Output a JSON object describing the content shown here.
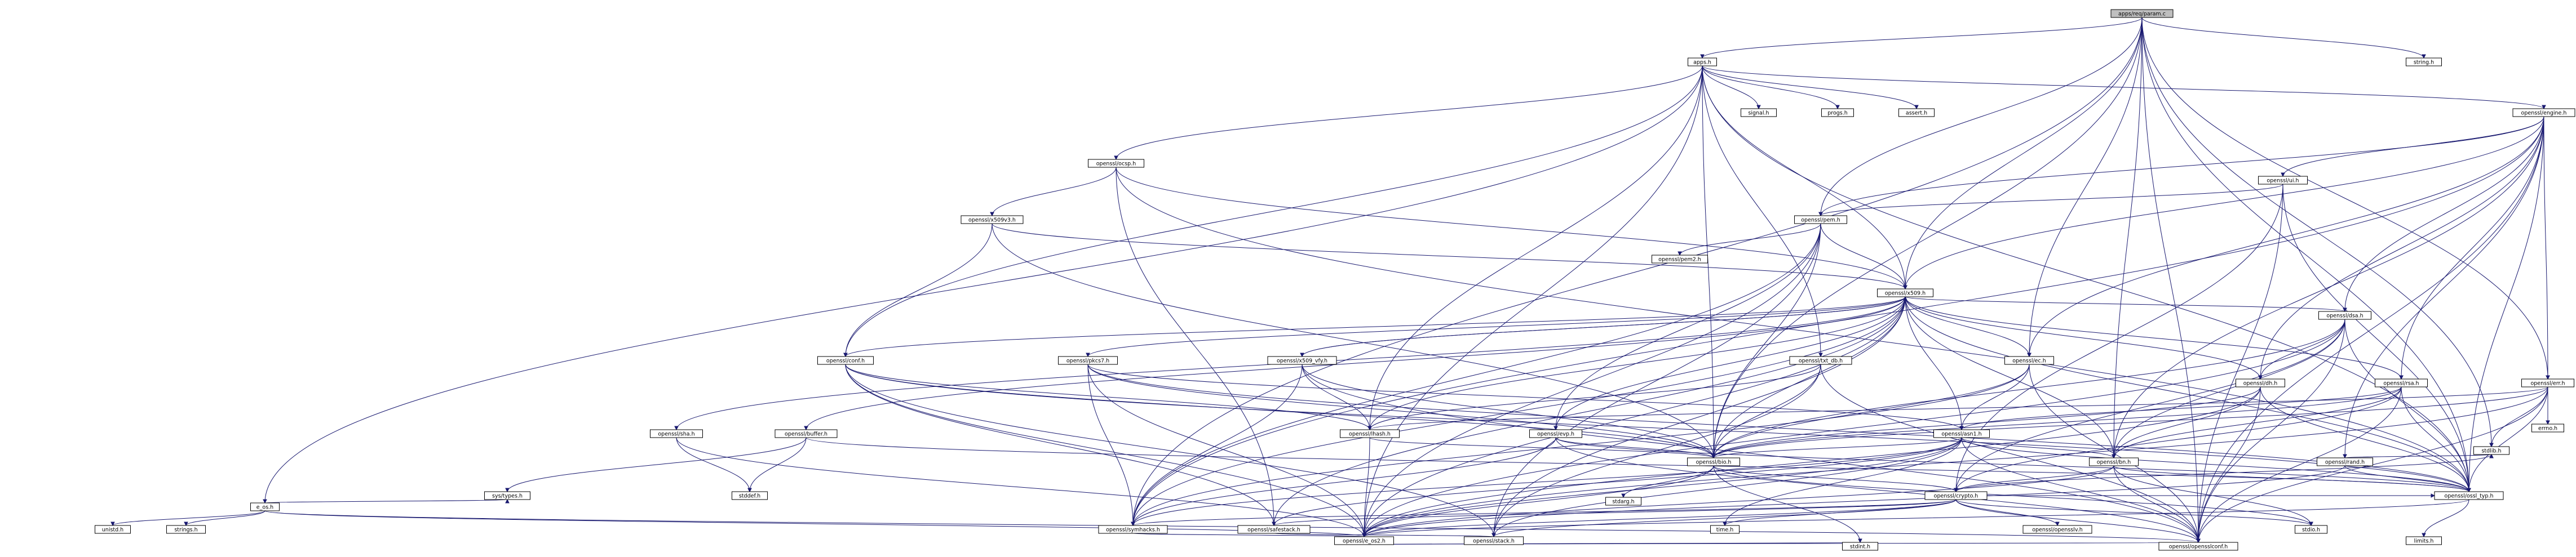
{
  "colors": {
    "edge": "#191970",
    "root_fill": "#bfbfbf",
    "node_fill": "#ffffff",
    "red_text": "#ff0000"
  },
  "nodes": [
    {
      "id": "appsreqparam",
      "label": "apps/req/param.c",
      "root": true
    },
    {
      "id": "apps_h",
      "label": "apps.h"
    },
    {
      "id": "string_h",
      "label": "string.h"
    },
    {
      "id": "signal_h",
      "label": "signal.h"
    },
    {
      "id": "progs_h",
      "label": "progs.h"
    },
    {
      "id": "assert_h",
      "label": "assert.h"
    },
    {
      "id": "e_os_h",
      "label": "e_os.h"
    },
    {
      "id": "unistd_h",
      "label": "unistd.h"
    },
    {
      "id": "strings_h",
      "label": "strings.h"
    },
    {
      "id": "sys_types_h",
      "label": "sys/types.h"
    },
    {
      "id": "engine_h",
      "label": "openssl/engine.h"
    },
    {
      "id": "ocsp_h",
      "label": "openssl/ocsp.h"
    },
    {
      "id": "x509v3_h",
      "label": "openssl/x509v3.h"
    },
    {
      "id": "pem_h",
      "label": "openssl/pem.h"
    },
    {
      "id": "pem2_h",
      "label": "openssl/pem2.h"
    },
    {
      "id": "x509_h",
      "label": "openssl/x509.h"
    },
    {
      "id": "ui_h",
      "label": "openssl/ui.h"
    },
    {
      "id": "conf_h",
      "label": "openssl/conf.h"
    },
    {
      "id": "pkcs7_h",
      "label": "openssl/pkcs7.h"
    },
    {
      "id": "x509_vfy_h",
      "label": "openssl/x509_vfy.h"
    },
    {
      "id": "txt_db_h",
      "label": "openssl/txt_db.h"
    },
    {
      "id": "ec_h",
      "label": "openssl/ec.h"
    },
    {
      "id": "dsa_h",
      "label": "openssl/dsa.h"
    },
    {
      "id": "dh_h",
      "label": "openssl/dh.h"
    },
    {
      "id": "rsa_h",
      "label": "openssl/rsa.h"
    },
    {
      "id": "err_h",
      "label": "openssl/err.h"
    },
    {
      "id": "errno_h",
      "label": "errno.h"
    },
    {
      "id": "evp_h",
      "label": "openssl/evp.h",
      "red": true
    },
    {
      "id": "lhash_h",
      "label": "openssl/lhash.h"
    },
    {
      "id": "asn1_h",
      "label": "openssl/asn1.h"
    },
    {
      "id": "sha_h",
      "label": "openssl/sha.h"
    },
    {
      "id": "buffer_h",
      "label": "openssl/buffer.h"
    },
    {
      "id": "bio_h",
      "label": "openssl/bio.h"
    },
    {
      "id": "bn_h",
      "label": "openssl/bn.h"
    },
    {
      "id": "crypto_h",
      "label": "openssl/crypto.h"
    },
    {
      "id": "rand_h",
      "label": "openssl/rand.h"
    },
    {
      "id": "stddef_h",
      "label": "stddef.h"
    },
    {
      "id": "stdarg_h",
      "label": "stdarg.h"
    },
    {
      "id": "time_h",
      "label": "time.h"
    },
    {
      "id": "opensslv_h",
      "label": "openssl/opensslv.h"
    },
    {
      "id": "symhacks_h",
      "label": "openssl/symhacks.h"
    },
    {
      "id": "safestack_h",
      "label": "openssl/safestack.h"
    },
    {
      "id": "ossl_typ_h",
      "label": "openssl/ossl_typ.h"
    },
    {
      "id": "stdio_h",
      "label": "stdio.h"
    },
    {
      "id": "stdlib_h",
      "label": "stdlib.h"
    },
    {
      "id": "e_os2_h",
      "label": "openssl/e_os2.h"
    },
    {
      "id": "stack_h",
      "label": "openssl/stack.h"
    },
    {
      "id": "limits_h",
      "label": "limits.h"
    },
    {
      "id": "stdint_h",
      "label": "stdint.h"
    },
    {
      "id": "opensslconf_h",
      "label": "openssl/opensslconf.h"
    }
  ],
  "edges": [
    [
      "appsreqparam",
      "apps_h"
    ],
    [
      "appsreqparam",
      "string_h"
    ],
    [
      "appsreqparam",
      "x509_h"
    ],
    [
      "appsreqparam",
      "pem_h"
    ],
    [
      "appsreqparam",
      "err_h"
    ],
    [
      "appsreqparam",
      "bio_h"
    ],
    [
      "appsreqparam",
      "bn_h"
    ],
    [
      "appsreqparam",
      "ossl_typ_h"
    ],
    [
      "appsreqparam",
      "stdlib_h"
    ],
    [
      "appsreqparam",
      "opensslconf_h"
    ],
    [
      "appsreqparam",
      "ec_h"
    ],
    [
      "appsreqparam",
      "symhacks_h"
    ],
    [
      "apps_h",
      "signal_h"
    ],
    [
      "apps_h",
      "progs_h"
    ],
    [
      "apps_h",
      "assert_h"
    ],
    [
      "apps_h",
      "e_os_h"
    ],
    [
      "apps_h",
      "engine_h"
    ],
    [
      "apps_h",
      "ocsp_h"
    ],
    [
      "apps_h",
      "x509_h"
    ],
    [
      "apps_h",
      "conf_h"
    ],
    [
      "apps_h",
      "txt_db_h"
    ],
    [
      "apps_h",
      "bio_h"
    ],
    [
      "apps_h",
      "lhash_h"
    ],
    [
      "apps_h",
      "ossl_typ_h"
    ],
    [
      "apps_h",
      "e_os2_h"
    ],
    [
      "e_os_h",
      "unistd_h"
    ],
    [
      "e_os_h",
      "strings_h"
    ],
    [
      "e_os_h",
      "sys_types_h"
    ],
    [
      "e_os_h",
      "e_os2_h"
    ],
    [
      "e_os_h",
      "opensslconf_h"
    ],
    [
      "engine_h",
      "ui_h"
    ],
    [
      "engine_h",
      "x509_h"
    ],
    [
      "engine_h",
      "pem_h"
    ],
    [
      "engine_h",
      "dsa_h"
    ],
    [
      "engine_h",
      "dh_h"
    ],
    [
      "engine_h",
      "rsa_h"
    ],
    [
      "engine_h",
      "err_h"
    ],
    [
      "engine_h",
      "rand_h"
    ],
    [
      "engine_h",
      "bn_h"
    ],
    [
      "engine_h",
      "ec_h"
    ],
    [
      "engine_h",
      "ossl_typ_h"
    ],
    [
      "engine_h",
      "symhacks_h"
    ],
    [
      "engine_h",
      "opensslconf_h"
    ],
    [
      "ocsp_h",
      "x509v3_h"
    ],
    [
      "ocsp_h",
      "x509_h"
    ],
    [
      "ocsp_h",
      "safestack_h"
    ],
    [
      "ocsp_h",
      "ossl_typ_h"
    ],
    [
      "x509v3_h",
      "x509_h"
    ],
    [
      "x509v3_h",
      "conf_h"
    ],
    [
      "x509v3_h",
      "bio_h"
    ],
    [
      "ui_h",
      "pem_h"
    ],
    [
      "ui_h",
      "crypto_h"
    ],
    [
      "ui_h",
      "ossl_typ_h"
    ],
    [
      "ui_h",
      "opensslconf_h"
    ],
    [
      "pem_h",
      "pem2_h"
    ],
    [
      "pem_h",
      "x509_h"
    ],
    [
      "pem_h",
      "evp_h"
    ],
    [
      "pem_h",
      "bio_h"
    ],
    [
      "pem_h",
      "stack_h"
    ],
    [
      "pem_h",
      "symhacks_h"
    ],
    [
      "pem_h",
      "e_os2_h"
    ],
    [
      "x509_h",
      "x509_vfy_h"
    ],
    [
      "x509_h",
      "pkcs7_h"
    ],
    [
      "x509_h",
      "ec_h"
    ],
    [
      "x509_h",
      "dsa_h"
    ],
    [
      "x509_h",
      "dh_h"
    ],
    [
      "x509_h",
      "rsa_h"
    ],
    [
      "x509_h",
      "sha_h"
    ],
    [
      "x509_h",
      "buffer_h"
    ],
    [
      "x509_h",
      "evp_h"
    ],
    [
      "x509_h",
      "asn1_h"
    ],
    [
      "x509_h",
      "bio_h"
    ],
    [
      "x509_h",
      "lhash_h"
    ],
    [
      "x509_h",
      "symhacks_h"
    ],
    [
      "x509_h",
      "safestack_h"
    ],
    [
      "x509_h",
      "ossl_typ_h"
    ],
    [
      "x509_h",
      "stack_h"
    ],
    [
      "x509_h",
      "e_os2_h"
    ],
    [
      "x509_h",
      "bn_h"
    ],
    [
      "x509_h",
      "conf_h"
    ],
    [
      "conf_h",
      "lhash_h"
    ],
    [
      "conf_h",
      "bio_h"
    ],
    [
      "conf_h",
      "safestack_h"
    ],
    [
      "conf_h",
      "stack_h"
    ],
    [
      "conf_h",
      "e_os2_h"
    ],
    [
      "conf_h",
      "ossl_typ_h"
    ],
    [
      "pkcs7_h",
      "asn1_h"
    ],
    [
      "pkcs7_h",
      "bio_h"
    ],
    [
      "pkcs7_h",
      "symhacks_h"
    ],
    [
      "pkcs7_h",
      "ossl_typ_h"
    ],
    [
      "pkcs7_h",
      "e_os2_h"
    ],
    [
      "x509_vfy_h",
      "x509_h"
    ],
    [
      "x509_vfy_h",
      "lhash_h"
    ],
    [
      "x509_vfy_h",
      "bio_h"
    ],
    [
      "x509_vfy_h",
      "symhacks_h"
    ],
    [
      "x509_vfy_h",
      "opensslconf_h"
    ],
    [
      "txt_db_h",
      "lhash_h"
    ],
    [
      "txt_db_h",
      "bio_h"
    ],
    [
      "txt_db_h",
      "stack_h"
    ],
    [
      "txt_db_h",
      "opensslconf_h"
    ],
    [
      "ec_h",
      "asn1_h"
    ],
    [
      "ec_h",
      "bio_h"
    ],
    [
      "ec_h",
      "symhacks_h"
    ],
    [
      "ec_h",
      "opensslconf_h"
    ],
    [
      "dsa_h",
      "dh_h"
    ],
    [
      "dsa_h",
      "bn_h"
    ],
    [
      "dsa_h",
      "bio_h"
    ],
    [
      "dsa_h",
      "crypto_h"
    ],
    [
      "dsa_h",
      "ossl_typ_h"
    ],
    [
      "dsa_h",
      "e_os2_h"
    ],
    [
      "dsa_h",
      "opensslconf_h"
    ],
    [
      "dh_h",
      "bn_h"
    ],
    [
      "dh_h",
      "bio_h"
    ],
    [
      "dh_h",
      "ossl_typ_h"
    ],
    [
      "dh_h",
      "e_os2_h"
    ],
    [
      "dh_h",
      "opensslconf_h"
    ],
    [
      "rsa_h",
      "asn1_h"
    ],
    [
      "rsa_h",
      "bn_h"
    ],
    [
      "rsa_h",
      "bio_h"
    ],
    [
      "rsa_h",
      "crypto_h"
    ],
    [
      "rsa_h",
      "ossl_typ_h"
    ],
    [
      "rsa_h",
      "opensslconf_h"
    ],
    [
      "err_h",
      "errno_h"
    ],
    [
      "err_h",
      "lhash_h"
    ],
    [
      "err_h",
      "bio_h"
    ],
    [
      "err_h",
      "ossl_typ_h"
    ],
    [
      "err_h",
      "stdlib_h"
    ],
    [
      "err_h",
      "e_os2_h"
    ],
    [
      "err_h",
      "opensslconf_h"
    ],
    [
      "evp_h",
      "bio_h"
    ],
    [
      "evp_h",
      "ossl_typ_h"
    ],
    [
      "evp_h",
      "symhacks_h"
    ],
    [
      "evp_h",
      "opensslconf_h"
    ],
    [
      "lhash_h",
      "bio_h"
    ],
    [
      "lhash_h",
      "e_os2_h"
    ],
    [
      "asn1_h",
      "bio_h"
    ],
    [
      "asn1_h",
      "bn_h"
    ],
    [
      "asn1_h",
      "time_h"
    ],
    [
      "asn1_h",
      "symhacks_h"
    ],
    [
      "asn1_h",
      "safestack_h"
    ],
    [
      "asn1_h",
      "ossl_typ_h"
    ],
    [
      "asn1_h",
      "stack_h"
    ],
    [
      "asn1_h",
      "e_os2_h"
    ],
    [
      "asn1_h",
      "opensslconf_h"
    ],
    [
      "sha_h",
      "stddef_h"
    ],
    [
      "sha_h",
      "e_os2_h"
    ],
    [
      "buffer_h",
      "sys_types_h"
    ],
    [
      "buffer_h",
      "stddef_h"
    ],
    [
      "buffer_h",
      "ossl_typ_h"
    ],
    [
      "bio_h",
      "stdarg_h"
    ],
    [
      "bio_h",
      "stdio_h"
    ],
    [
      "bio_h",
      "crypto_h"
    ],
    [
      "bio_h",
      "stdint_h"
    ],
    [
      "bio_h",
      "e_os2_h"
    ],
    [
      "bn_h",
      "stdio_h"
    ],
    [
      "bn_h",
      "ossl_typ_h"
    ],
    [
      "bn_h",
      "crypto_h"
    ],
    [
      "bn_h",
      "e_os2_h"
    ],
    [
      "bn_h",
      "opensslconf_h"
    ],
    [
      "crypto_h",
      "stdlib_h"
    ],
    [
      "crypto_h",
      "time_h"
    ],
    [
      "crypto_h",
      "opensslv_h"
    ],
    [
      "crypto_h",
      "symhacks_h"
    ],
    [
      "crypto_h",
      "safestack_h"
    ],
    [
      "crypto_h",
      "ossl_typ_h"
    ],
    [
      "crypto_h",
      "stack_h"
    ],
    [
      "crypto_h",
      "e_os2_h"
    ],
    [
      "crypto_h",
      "stdio_h"
    ],
    [
      "crypto_h",
      "opensslconf_h"
    ],
    [
      "rand_h",
      "stdlib_h"
    ],
    [
      "rand_h",
      "ossl_typ_h"
    ],
    [
      "rand_h",
      "e_os2_h"
    ],
    [
      "symhacks_h",
      "e_os2_h"
    ],
    [
      "safestack_h",
      "stack_h"
    ],
    [
      "ossl_typ_h",
      "limits_h"
    ],
    [
      "ossl_typ_h",
      "e_os2_h"
    ],
    [
      "e_os2_h",
      "opensslconf_h"
    ],
    [
      "e_os2_h",
      "stdint_h"
    ]
  ]
}
